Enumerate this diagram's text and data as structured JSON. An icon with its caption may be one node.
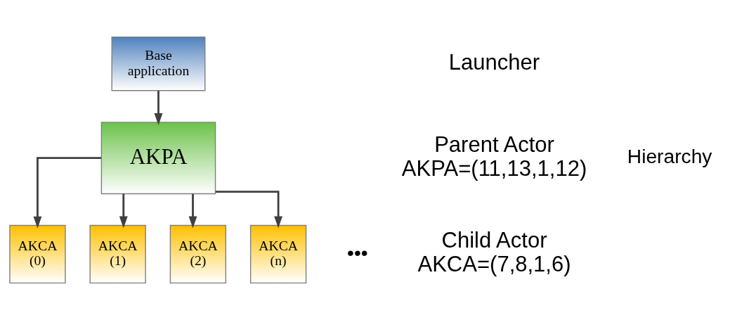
{
  "diagram": {
    "nodes": [
      {
        "text": [
          "Base application"
        ]
      },
      {
        "text": [
          "AKPA"
        ]
      },
      {
        "text": [
          "AKCA",
          "(0)"
        ]
      },
      {
        "text": [
          "AKCA",
          "(1)"
        ]
      },
      {
        "text": [
          "AKCA",
          "(2)"
        ]
      },
      {
        "text": [
          "AKCA",
          "(n)"
        ]
      }
    ],
    "edges": [
      {
        "from": 0,
        "to": 1,
        "arrow": "to"
      },
      {
        "from": 1,
        "to": 2,
        "arrow": "to"
      },
      {
        "from": 1,
        "to": 3,
        "arrow": "to"
      },
      {
        "from": 1,
        "to": 4,
        "arrow": "to"
      },
      {
        "from": 1,
        "to": 5,
        "arrow": "to"
      }
    ],
    "labels": [
      "Hierarchy",
      "Launcher",
      "Parent Actor",
      "AKPA=(11,13,1,12)",
      "•••",
      "Child Actor",
      "AKCA=(7,8,1,6)"
    ]
  }
}
